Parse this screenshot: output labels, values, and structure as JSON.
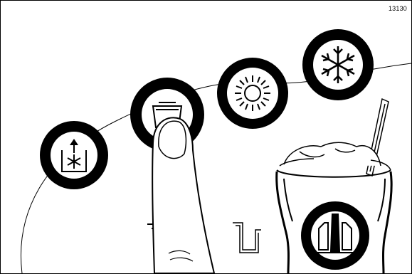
{
  "figure": {
    "id": "13130"
  },
  "buttons": [
    {
      "name": "freeze-mix-button",
      "icon": "tank-arrow-snowflake-icon"
    },
    {
      "name": "wash-button",
      "icon": "hopper-wash-icon",
      "state": "pressed"
    },
    {
      "name": "standby-button",
      "icon": "sun-icon"
    },
    {
      "name": "freeze-button",
      "icon": "snowflake-icon"
    },
    {
      "name": "serving-mode-button",
      "icon": "bottle-pair-icon"
    }
  ],
  "colors": {
    "ink": "#000000",
    "paper": "#ffffff"
  }
}
